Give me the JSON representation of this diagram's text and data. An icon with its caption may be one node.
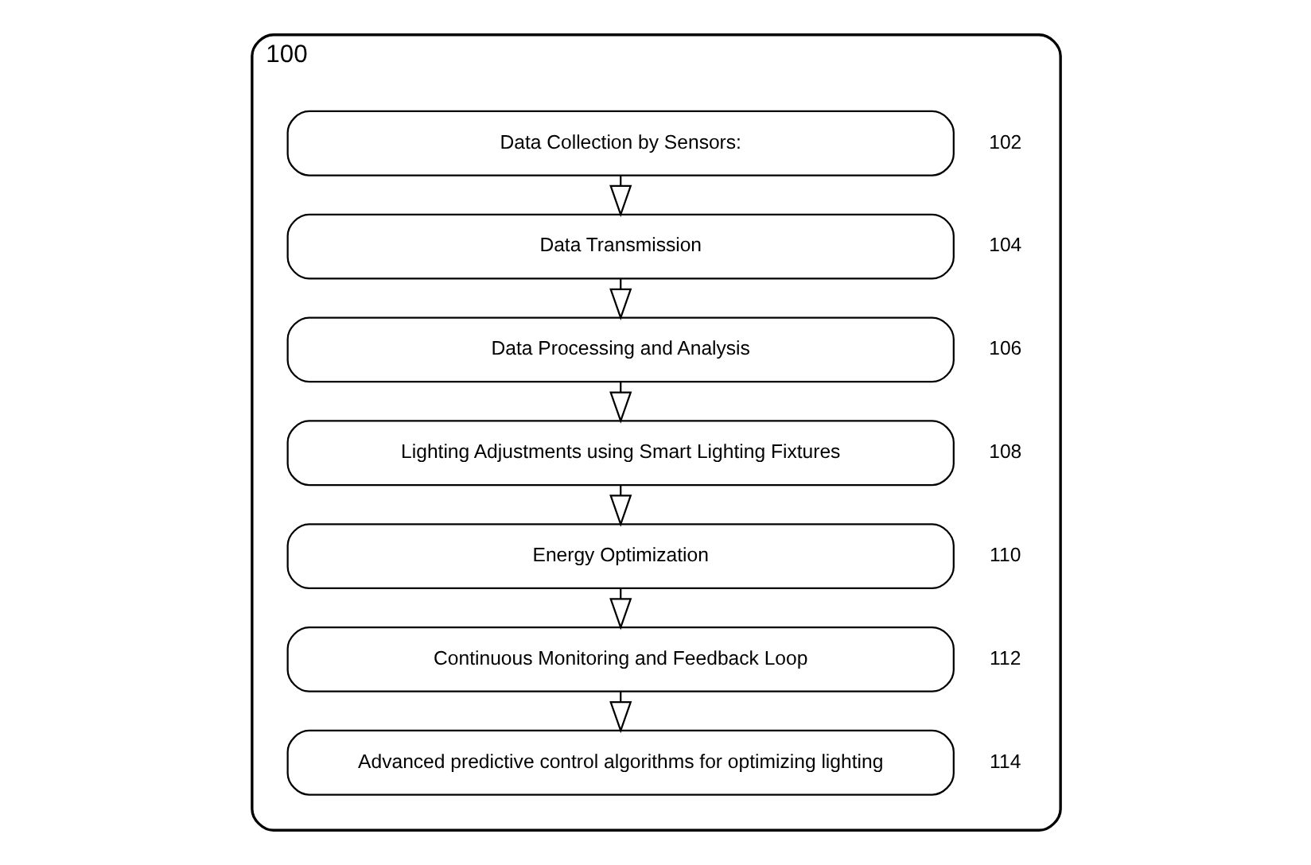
{
  "diagram": {
    "nodes": [
      {
        "text": [
          "100"
        ]
      },
      {
        "text": [
          "Data Collection by Sensors:"
        ],
        "in": 0,
        "beside": [
          "102"
        ]
      },
      {
        "text": [
          "Data Transmission"
        ],
        "in": 0,
        "beside": [
          "104"
        ]
      },
      {
        "text": [
          "Data Processing and Analysis"
        ],
        "in": 0,
        "beside": [
          "106"
        ]
      },
      {
        "text": [
          "Lighting Adjustments using Smart Lighting Fixtures"
        ],
        "in": 0,
        "beside": [
          "108"
        ]
      },
      {
        "text": [
          "Energy Optimization"
        ],
        "in": 0,
        "beside": [
          "110"
        ]
      },
      {
        "text": [
          "Continuous Monitoring and Feedback Loop"
        ],
        "in": 0,
        "beside": [
          "112"
        ]
      },
      {
        "text": [
          "Advanced predictive control algorithms for optimizing lighting"
        ],
        "in": 0,
        "beside": [
          "114"
        ]
      }
    ],
    "edges": [
      {
        "from": 1,
        "to": 2,
        "arrow": "to"
      },
      {
        "from": 2,
        "to": 3,
        "arrow": "to"
      },
      {
        "from": 3,
        "to": 4,
        "arrow": "to"
      },
      {
        "from": 4,
        "to": 5,
        "arrow": "to"
      },
      {
        "from": 5,
        "to": 6,
        "arrow": "to"
      },
      {
        "from": 6,
        "to": 7,
        "arrow": "to"
      }
    ]
  }
}
